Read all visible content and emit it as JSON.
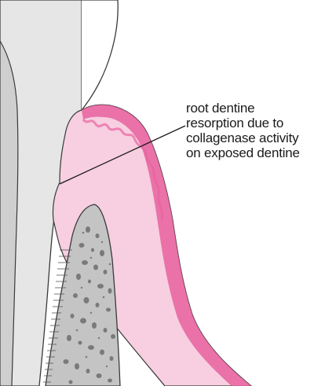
{
  "annotation": {
    "lines": [
      "root dentine",
      "resorption due to",
      "collagenase activity",
      "on exposed dentine"
    ]
  },
  "colors": {
    "background": "#ffffff",
    "tooth_outer": "#e6e6e6",
    "pulp": "#cfcfcf",
    "gingiva_light": "#f7cfe0",
    "gingiva_edge": "#e8629f",
    "bone": "#bdbdbd",
    "bone_pores": "#6f6f6f",
    "outline": "#3a3a3a"
  }
}
